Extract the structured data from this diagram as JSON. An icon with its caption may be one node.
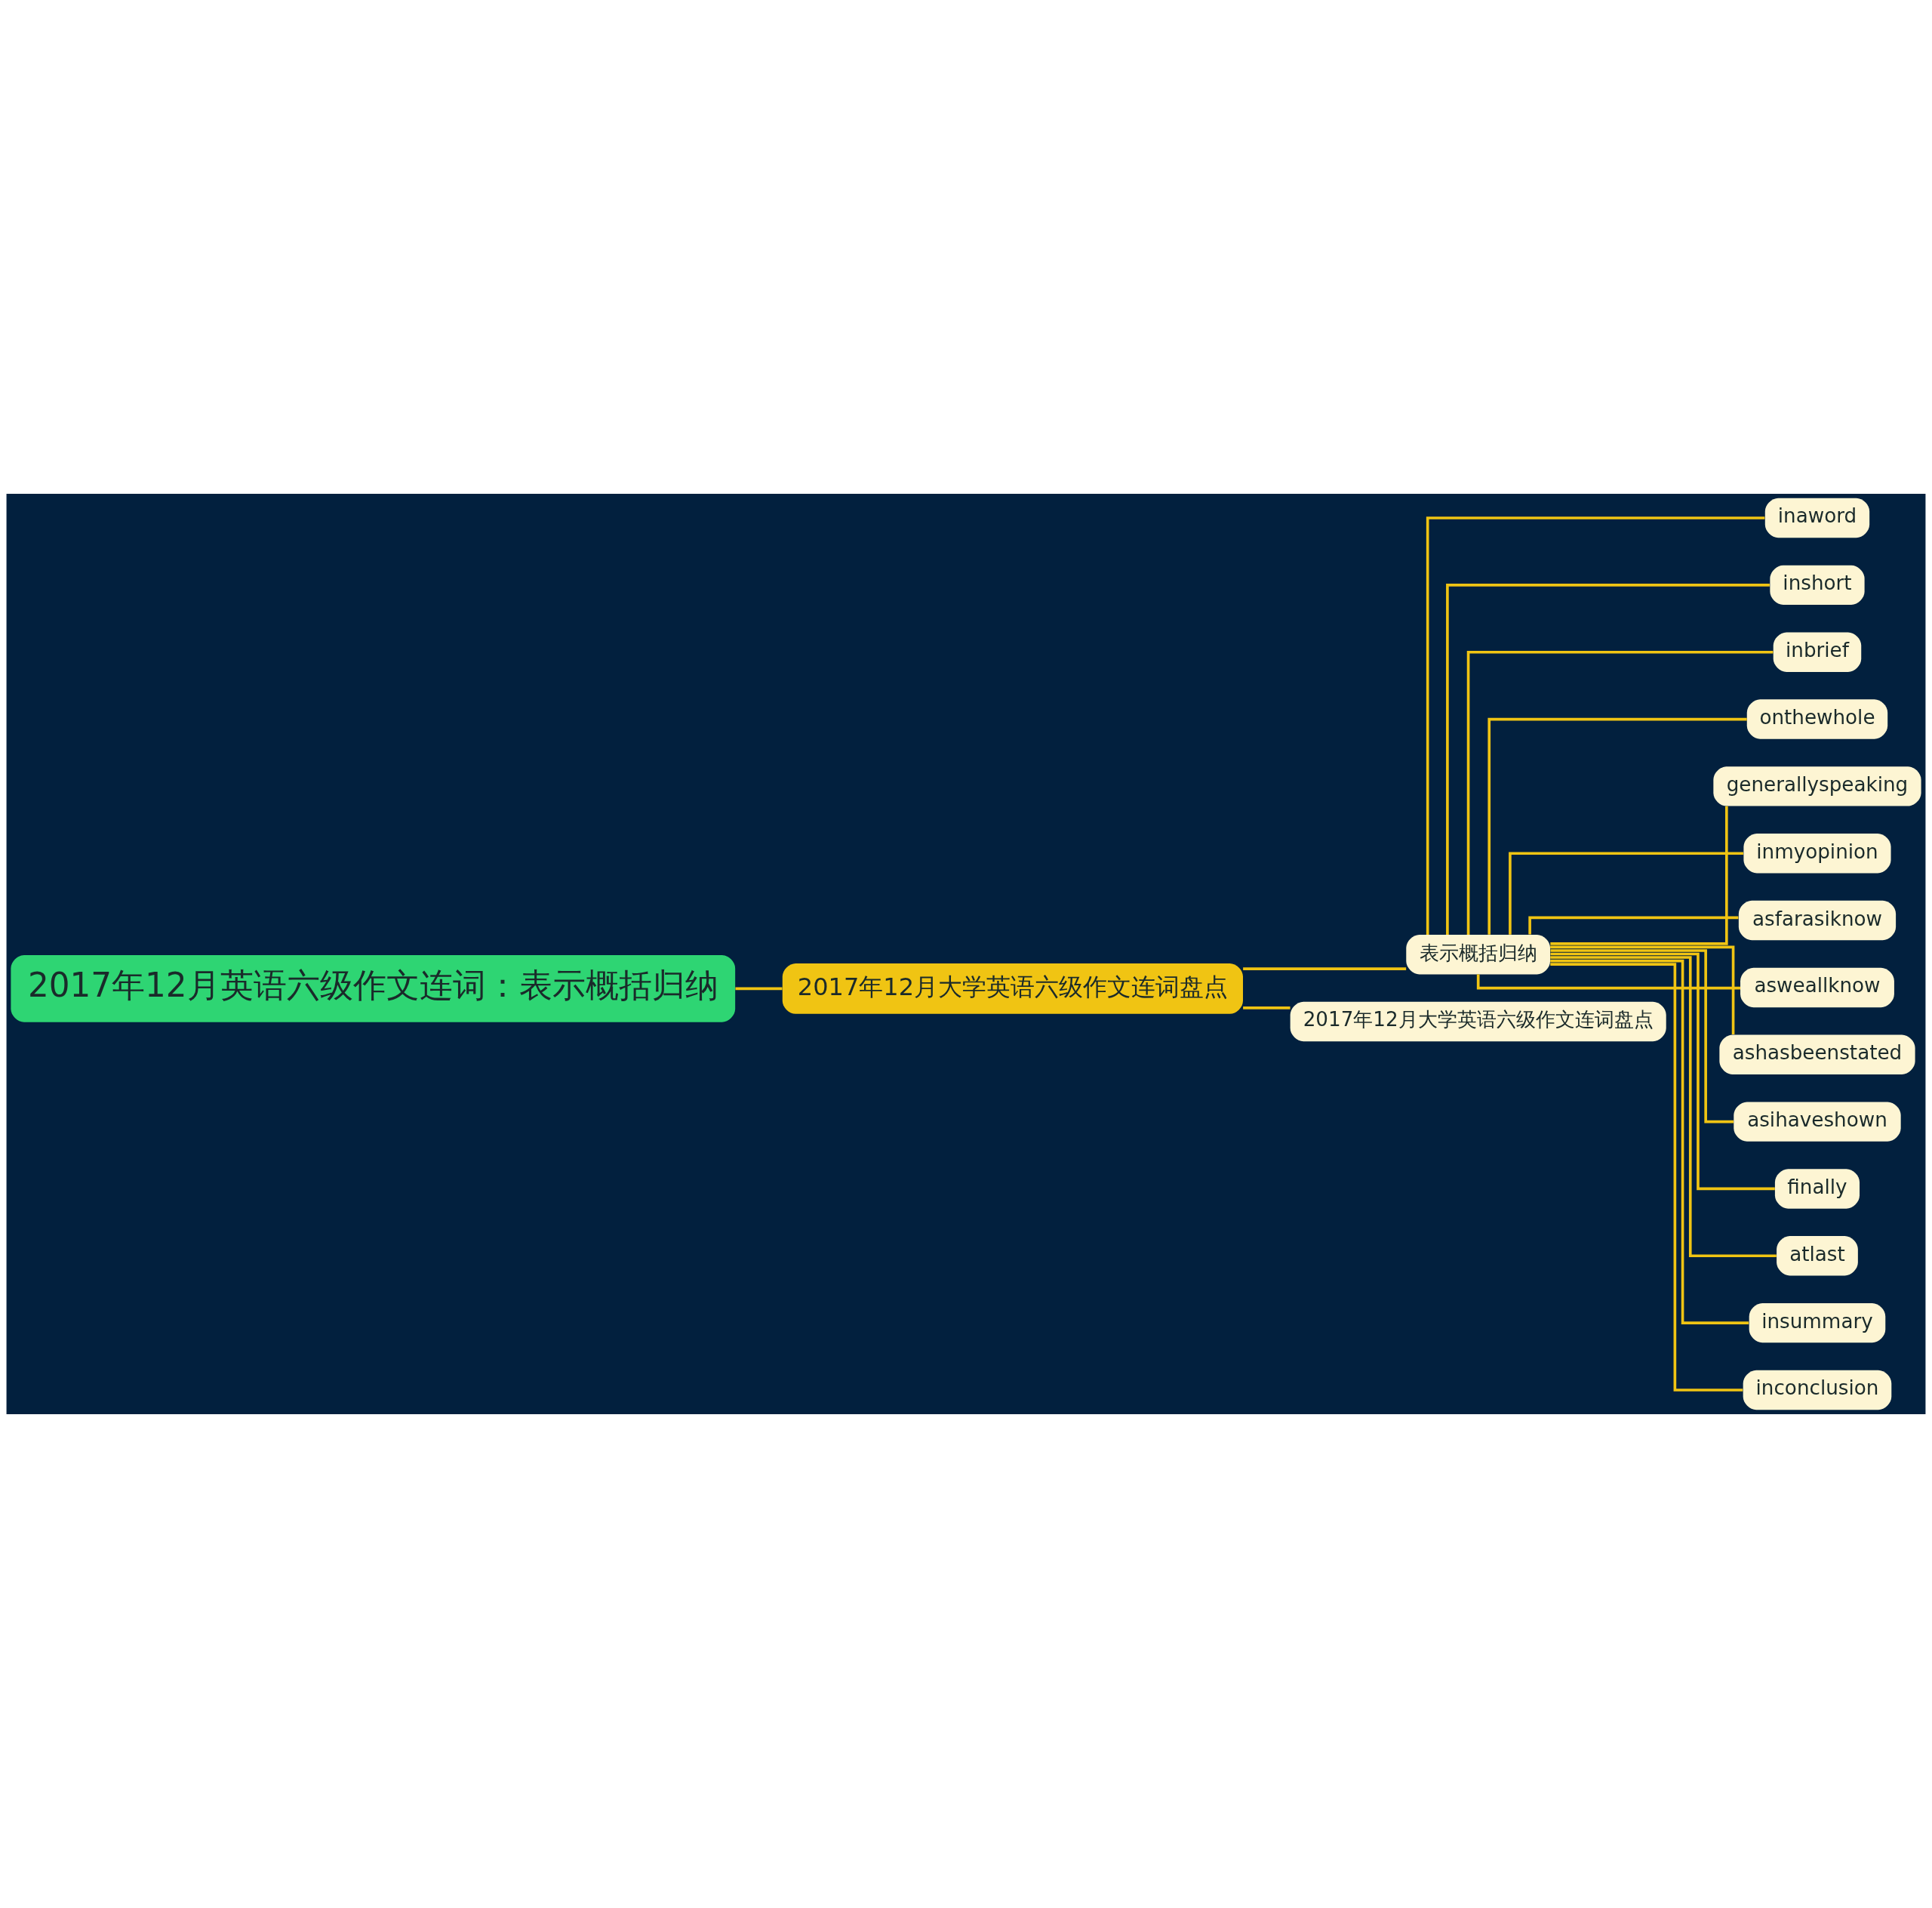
{
  "diagram": {
    "nodes": [
      {
        "text": [
          "2017年12月英语六级作文连词：表示概括归纳"
        ]
      },
      {
        "text": [
          "2017年12月大学英语六级作文连词盘点"
        ]
      },
      {
        "text": [
          "表示概括归纳"
        ]
      },
      {
        "text": [
          "inaword"
        ]
      },
      {
        "text": [
          "inshort"
        ]
      },
      {
        "text": [
          "inbrief"
        ]
      },
      {
        "text": [
          "onthewhole"
        ]
      },
      {
        "text": [
          "generallyspeaking"
        ]
      },
      {
        "text": [
          "inmyopinion"
        ]
      },
      {
        "text": [
          "asfarasiknow"
        ]
      },
      {
        "text": [
          "asweallknow"
        ]
      },
      {
        "text": [
          "ashasbeenstated"
        ]
      },
      {
        "text": [
          "asihaveshown"
        ]
      },
      {
        "text": [
          "finally"
        ]
      },
      {
        "text": [
          "atlast"
        ]
      },
      {
        "text": [
          "insummary"
        ]
      },
      {
        "text": [
          "inconclusion"
        ]
      },
      {
        "text": [
          "2017年12月大学英语六级作文连词盘点"
        ]
      }
    ],
    "edges": [
      {
        "from": 0,
        "to": 1,
        "arrow": "none"
      },
      {
        "from": 1,
        "to": 2,
        "arrow": "none"
      },
      {
        "from": 2,
        "to": 3,
        "arrow": "none"
      },
      {
        "from": 2,
        "to": 4,
        "arrow": "none"
      },
      {
        "from": 2,
        "to": 5,
        "arrow": "none"
      },
      {
        "from": 2,
        "to": 6,
        "arrow": "none"
      },
      {
        "from": 2,
        "to": 7,
        "arrow": "none"
      },
      {
        "from": 2,
        "to": 8,
        "arrow": "none"
      },
      {
        "from": 2,
        "to": 9,
        "arrow": "none"
      },
      {
        "from": 2,
        "to": 10,
        "arrow": "none"
      },
      {
        "from": 2,
        "to": 11,
        "arrow": "none"
      },
      {
        "from": 2,
        "to": 12,
        "arrow": "none"
      },
      {
        "from": 2,
        "to": 13,
        "arrow": "none"
      },
      {
        "from": 2,
        "to": 14,
        "arrow": "none"
      },
      {
        "from": 2,
        "to": 15,
        "arrow": "none"
      },
      {
        "from": 2,
        "to": 16,
        "arrow": "none"
      },
      {
        "from": 1,
        "to": 17,
        "arrow": "none"
      }
    ]
  }
}
